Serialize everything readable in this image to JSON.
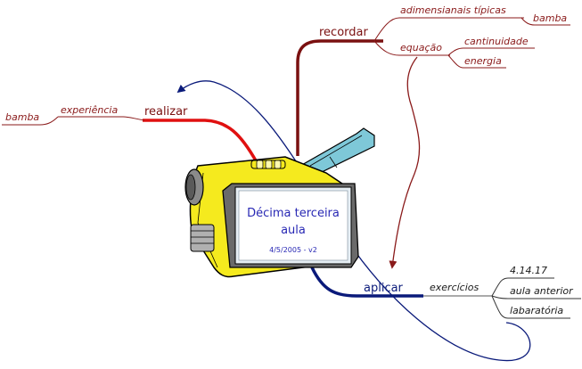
{
  "center": {
    "title_line1": "Décima terceira",
    "title_line2": "aula",
    "date": "4/5/2005 - v2"
  },
  "branches": {
    "recordar": {
      "label": "recordar",
      "color": "#7a1010",
      "children": {
        "adim": {
          "label": "adimensianais típicas",
          "child": "bamba"
        },
        "equacao": {
          "label": "equação",
          "children": [
            "cantinuidade",
            "energia"
          ]
        }
      }
    },
    "realizar": {
      "label": "realizar",
      "color": "#e01010",
      "children": {
        "experiencia": {
          "label": "experiência",
          "child": "bamba"
        }
      }
    },
    "aplicar": {
      "label": "aplicar",
      "color": "#0a1a7a",
      "children": {
        "exercicios": {
          "label": "exercícios",
          "children": [
            "4.14.17",
            "aula anterior",
            "labaratória"
          ]
        }
      }
    }
  },
  "colors": {
    "text_red": "#a01010",
    "text_dark": "#1a1a1a",
    "text_blue": "#2828b4",
    "camera_yellow": "#f5ea1e",
    "screen_blue_grey": "#d4dfe8"
  }
}
